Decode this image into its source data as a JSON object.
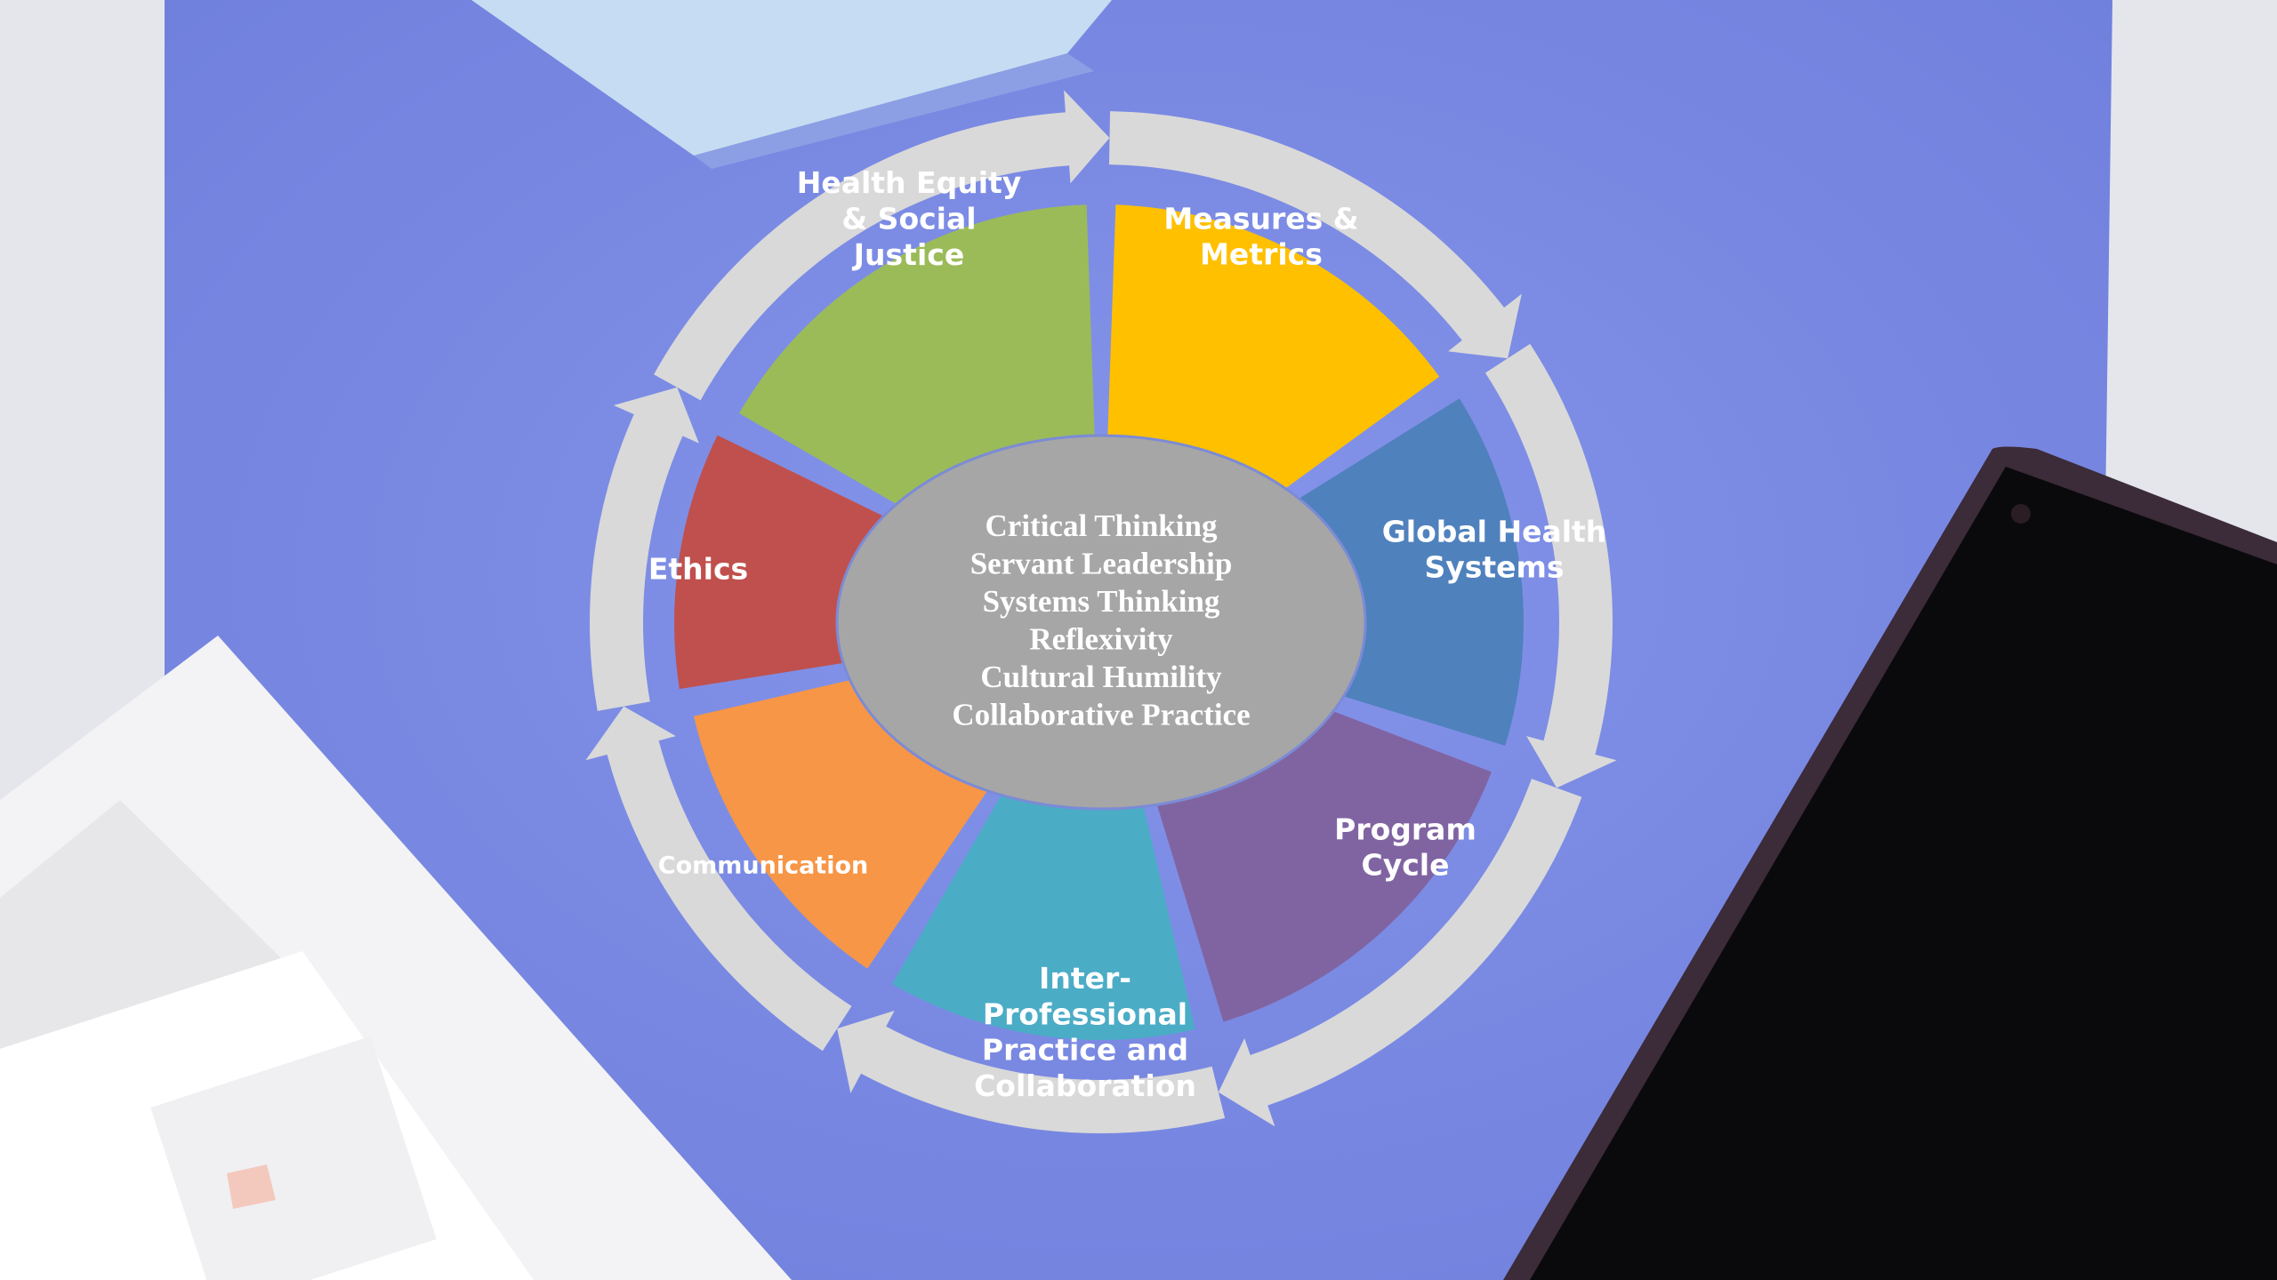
{
  "diagram": {
    "segments": [
      {
        "id": "health-equity",
        "lines": [
          "Health Equity",
          "& Social",
          "Justice"
        ],
        "color": "#9bbb59"
      },
      {
        "id": "measures-metrics",
        "lines": [
          "Measures &",
          "Metrics"
        ],
        "color": "#ffc000"
      },
      {
        "id": "global-health-systems",
        "lines": [
          "Global Health",
          "Systems"
        ],
        "color": "#4f81bd"
      },
      {
        "id": "program-cycle",
        "lines": [
          "Program",
          "Cycle"
        ],
        "color": "#8064a2"
      },
      {
        "id": "inter-professional",
        "lines": [
          "Inter-",
          "Professional",
          "Practice and",
          "Collaboration"
        ],
        "color": "#4bacc6"
      },
      {
        "id": "communication",
        "lines": [
          "Communication"
        ],
        "color": "#f79646"
      },
      {
        "id": "ethics",
        "lines": [
          "Ethics"
        ],
        "color": "#c0504d"
      }
    ],
    "center": {
      "lines": [
        "Critical Thinking",
        "Servant Leadership",
        "Systems Thinking",
        "Reflexivity",
        "Cultural Humility",
        "Collaborative Practice"
      ],
      "color": "#a6a6a6"
    },
    "arrow_color": "#d9d9d9"
  },
  "background": {
    "desk_color": "#e4e6ec",
    "paper_color": "#7b8ee6",
    "phone_color": "#0d0d0f"
  }
}
